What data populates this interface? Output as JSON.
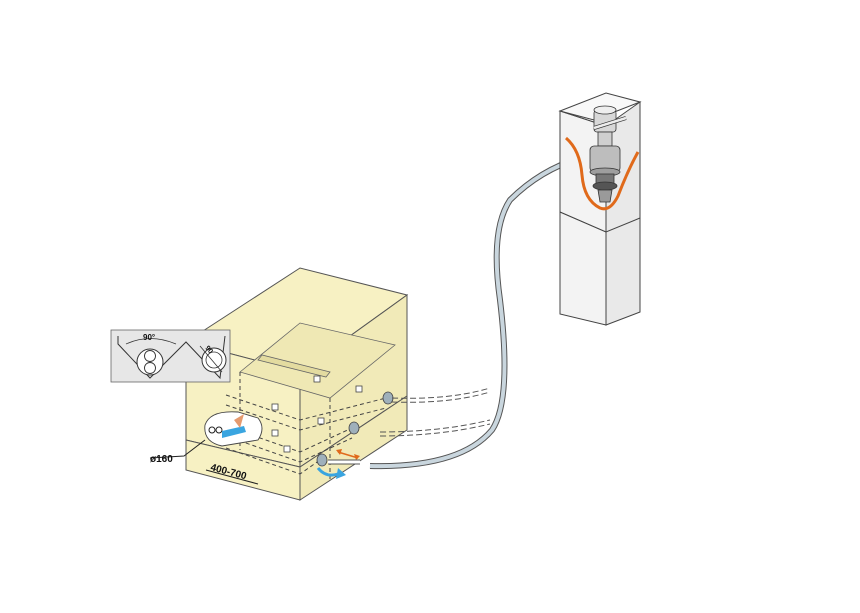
{
  "labels": {
    "angle": "90°",
    "pipe_size": "90",
    "diameter": "ø160",
    "depth_range": "400-700"
  },
  "colors": {
    "tank_fill": "#f7f1c3",
    "tank_inner": "#efe8b4",
    "inset_fill": "#e7e7e7",
    "hose": "#c9d6de",
    "heating_wire": "#e06a1b",
    "water_arrow": "#3aa5e0",
    "warm_arrow": "#e59a6e"
  },
  "icons": {
    "buried_tank": "ground-tank-icon",
    "well_post": "dock-post-icon",
    "connector": "water-connector-icon"
  }
}
